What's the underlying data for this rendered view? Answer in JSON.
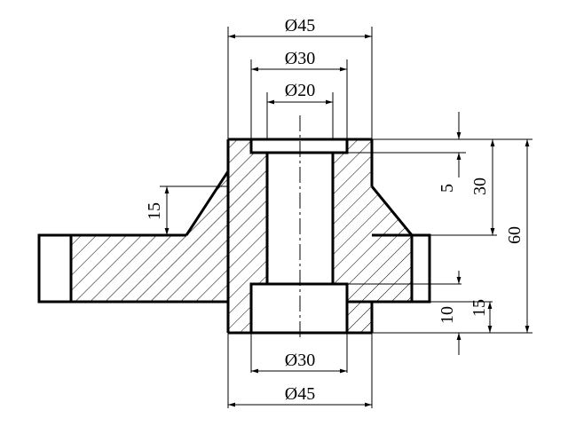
{
  "drawing": {
    "dimensions": {
      "top_outer_dia": "Ø45",
      "top_mid_dia": "Ø30",
      "top_inner_dia": "Ø20",
      "bottom_mid_dia": "Ø30",
      "bottom_outer_dia": "Ø45",
      "rib_height": "15",
      "counterbore_top_depth": "5",
      "upper_height": "30",
      "total_height": "60",
      "counterbore_bottom_depth": "10",
      "lower_height": "15"
    }
  }
}
